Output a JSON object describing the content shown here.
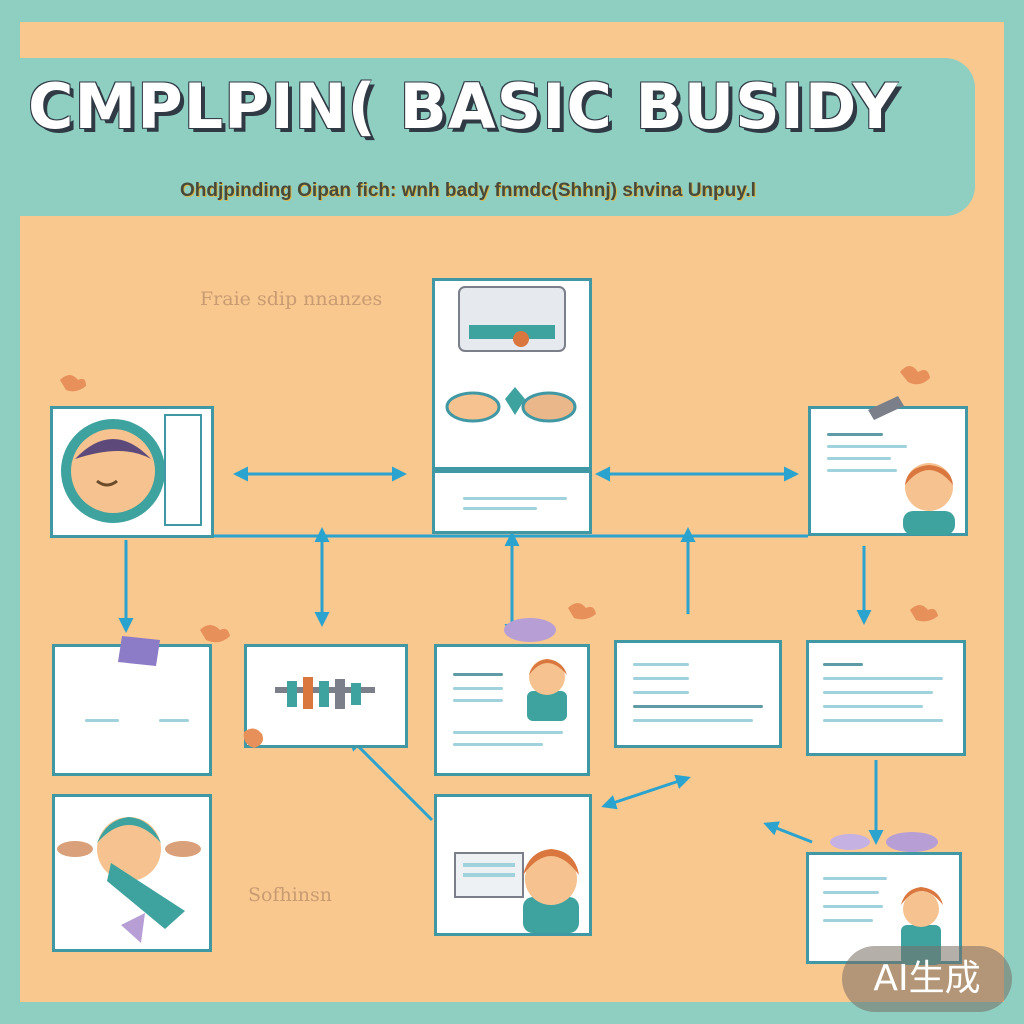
{
  "diagram": {
    "title": "CMPLPIN( BASIC BUSIDY",
    "subtitle": "Ohdjpinding  Oipan  fich:  wnh  bady  fnmdc(Shhnj)  shvina  Unpuy.l",
    "note_top_left": "Fraie sdip nnanzes",
    "note_bottom_left": "Sofhinsn"
  },
  "watermark": {
    "label": "AI生成"
  },
  "colors": {
    "background": "#f9c88f",
    "border": "#8fcfc2",
    "accent": "#3f98a4",
    "arrow": "#2aa3cf",
    "character_hair": "#d9773f",
    "character_skin": "#f6c28f",
    "character_shirt": "#3ea29f",
    "decor_purple": "#b79fd6"
  }
}
